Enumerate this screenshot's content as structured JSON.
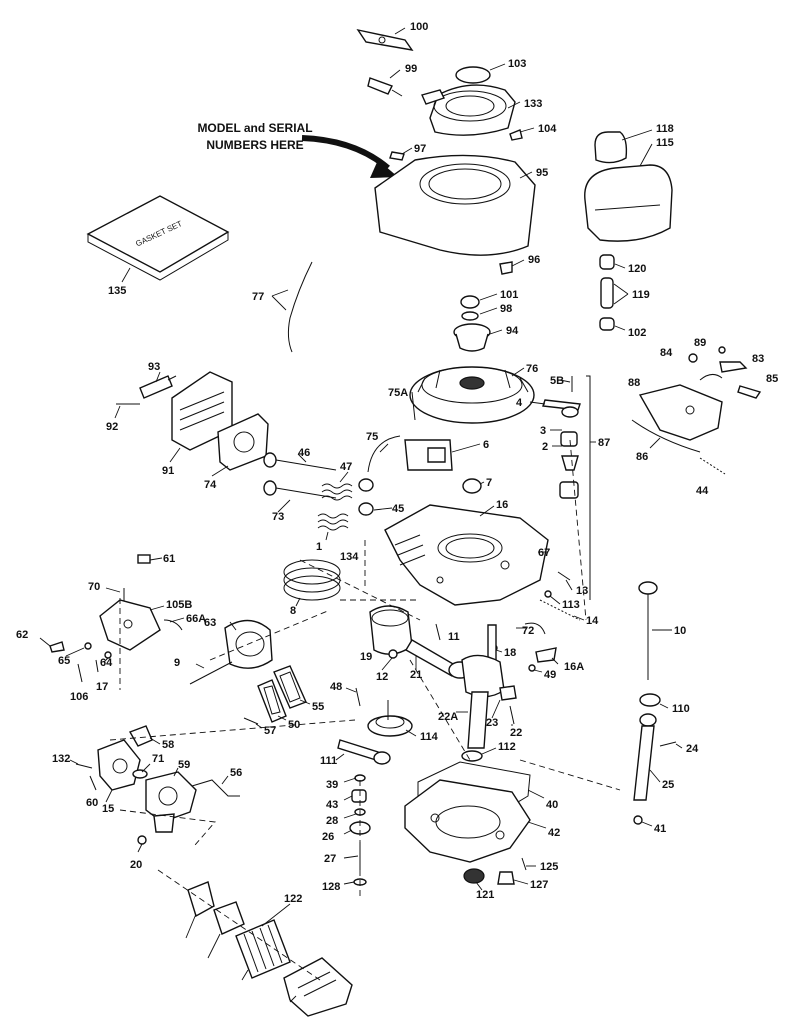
{
  "annotation": {
    "line1": "MODEL and SERIAL",
    "line2": "NUMBERS HERE"
  },
  "gasket_set_label": "GASKET SET",
  "callouts": [
    "100",
    "99",
    "103",
    "133",
    "104",
    "97",
    "95",
    "118",
    "115",
    "135",
    "77",
    "96",
    "120",
    "119",
    "102",
    "101",
    "98",
    "94",
    "93",
    "92",
    "91",
    "74",
    "76",
    "75A",
    "75",
    "6",
    "5B",
    "4",
    "3",
    "2",
    "87",
    "89",
    "84",
    "83",
    "88",
    "85",
    "86",
    "44",
    "46",
    "47",
    "45",
    "73",
    "7",
    "16",
    "1",
    "134",
    "67",
    "61",
    "70",
    "105B",
    "66A",
    "63",
    "62",
    "65",
    "64",
    "106",
    "17",
    "9",
    "8",
    "13",
    "113",
    "14",
    "10",
    "11",
    "72",
    "16A",
    "18",
    "19",
    "12",
    "21",
    "49",
    "48",
    "50",
    "55",
    "57",
    "58",
    "132",
    "71",
    "59",
    "56",
    "60",
    "15",
    "20",
    "22A",
    "22",
    "23",
    "112",
    "114",
    "111",
    "110",
    "24",
    "25",
    "41",
    "40",
    "42",
    "39",
    "43",
    "28",
    "26",
    "27",
    "128",
    "125",
    "127",
    "121",
    "122"
  ]
}
